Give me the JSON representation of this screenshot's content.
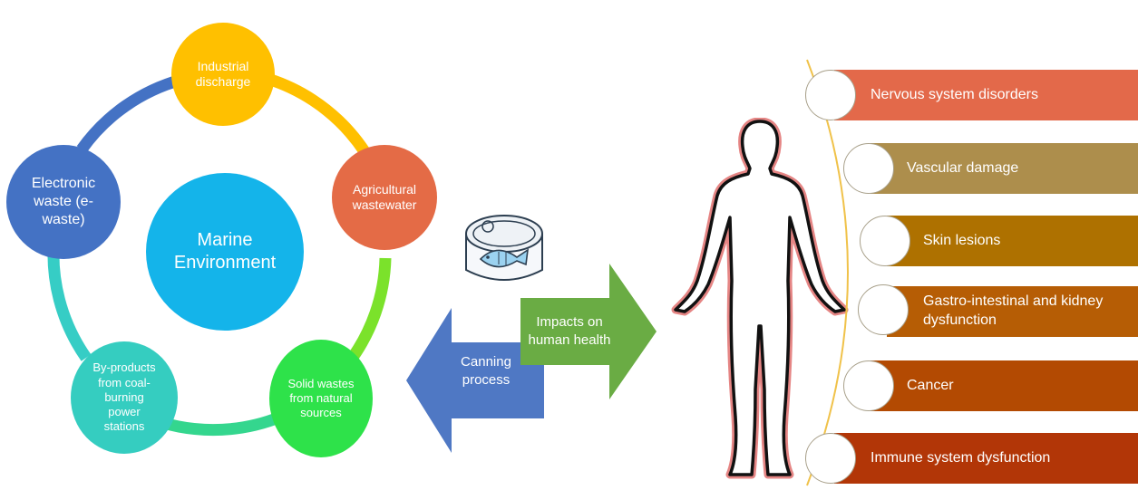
{
  "cycle": {
    "center": "Marine Environment",
    "nodes": [
      {
        "id": "industrial",
        "label": "Industrial discharge",
        "color": "#ffc000"
      },
      {
        "id": "agricultural",
        "label": "Agricultural wastewater",
        "color": "#e46b46"
      },
      {
        "id": "solid",
        "label": "Solid wastes from natural sources",
        "color": "#2ee24a"
      },
      {
        "id": "byproducts",
        "label": "By-products from coal-burning power stations",
        "color": "#35cdc0"
      },
      {
        "id": "ewaste",
        "label": "Electronic waste (e-waste)",
        "color": "#4472c4"
      }
    ],
    "center_color": "#14b4ea"
  },
  "arrows": {
    "canning": "Canning process",
    "impacts": "Impacts on human health"
  },
  "effects": [
    {
      "label": "Nervous system disorders",
      "color": "#e3694a"
    },
    {
      "label": "Vascular damage",
      "color": "#ad8e4c"
    },
    {
      "label": "Skin lesions",
      "color": "#ae7100"
    },
    {
      "label": "Gastro-intestinal and kidney dysfunction",
      "color": "#b65d05"
    },
    {
      "label": "Cancer",
      "color": "#b34a02"
    },
    {
      "label": "Immune system dysfunction",
      "color": "#b23607"
    }
  ]
}
